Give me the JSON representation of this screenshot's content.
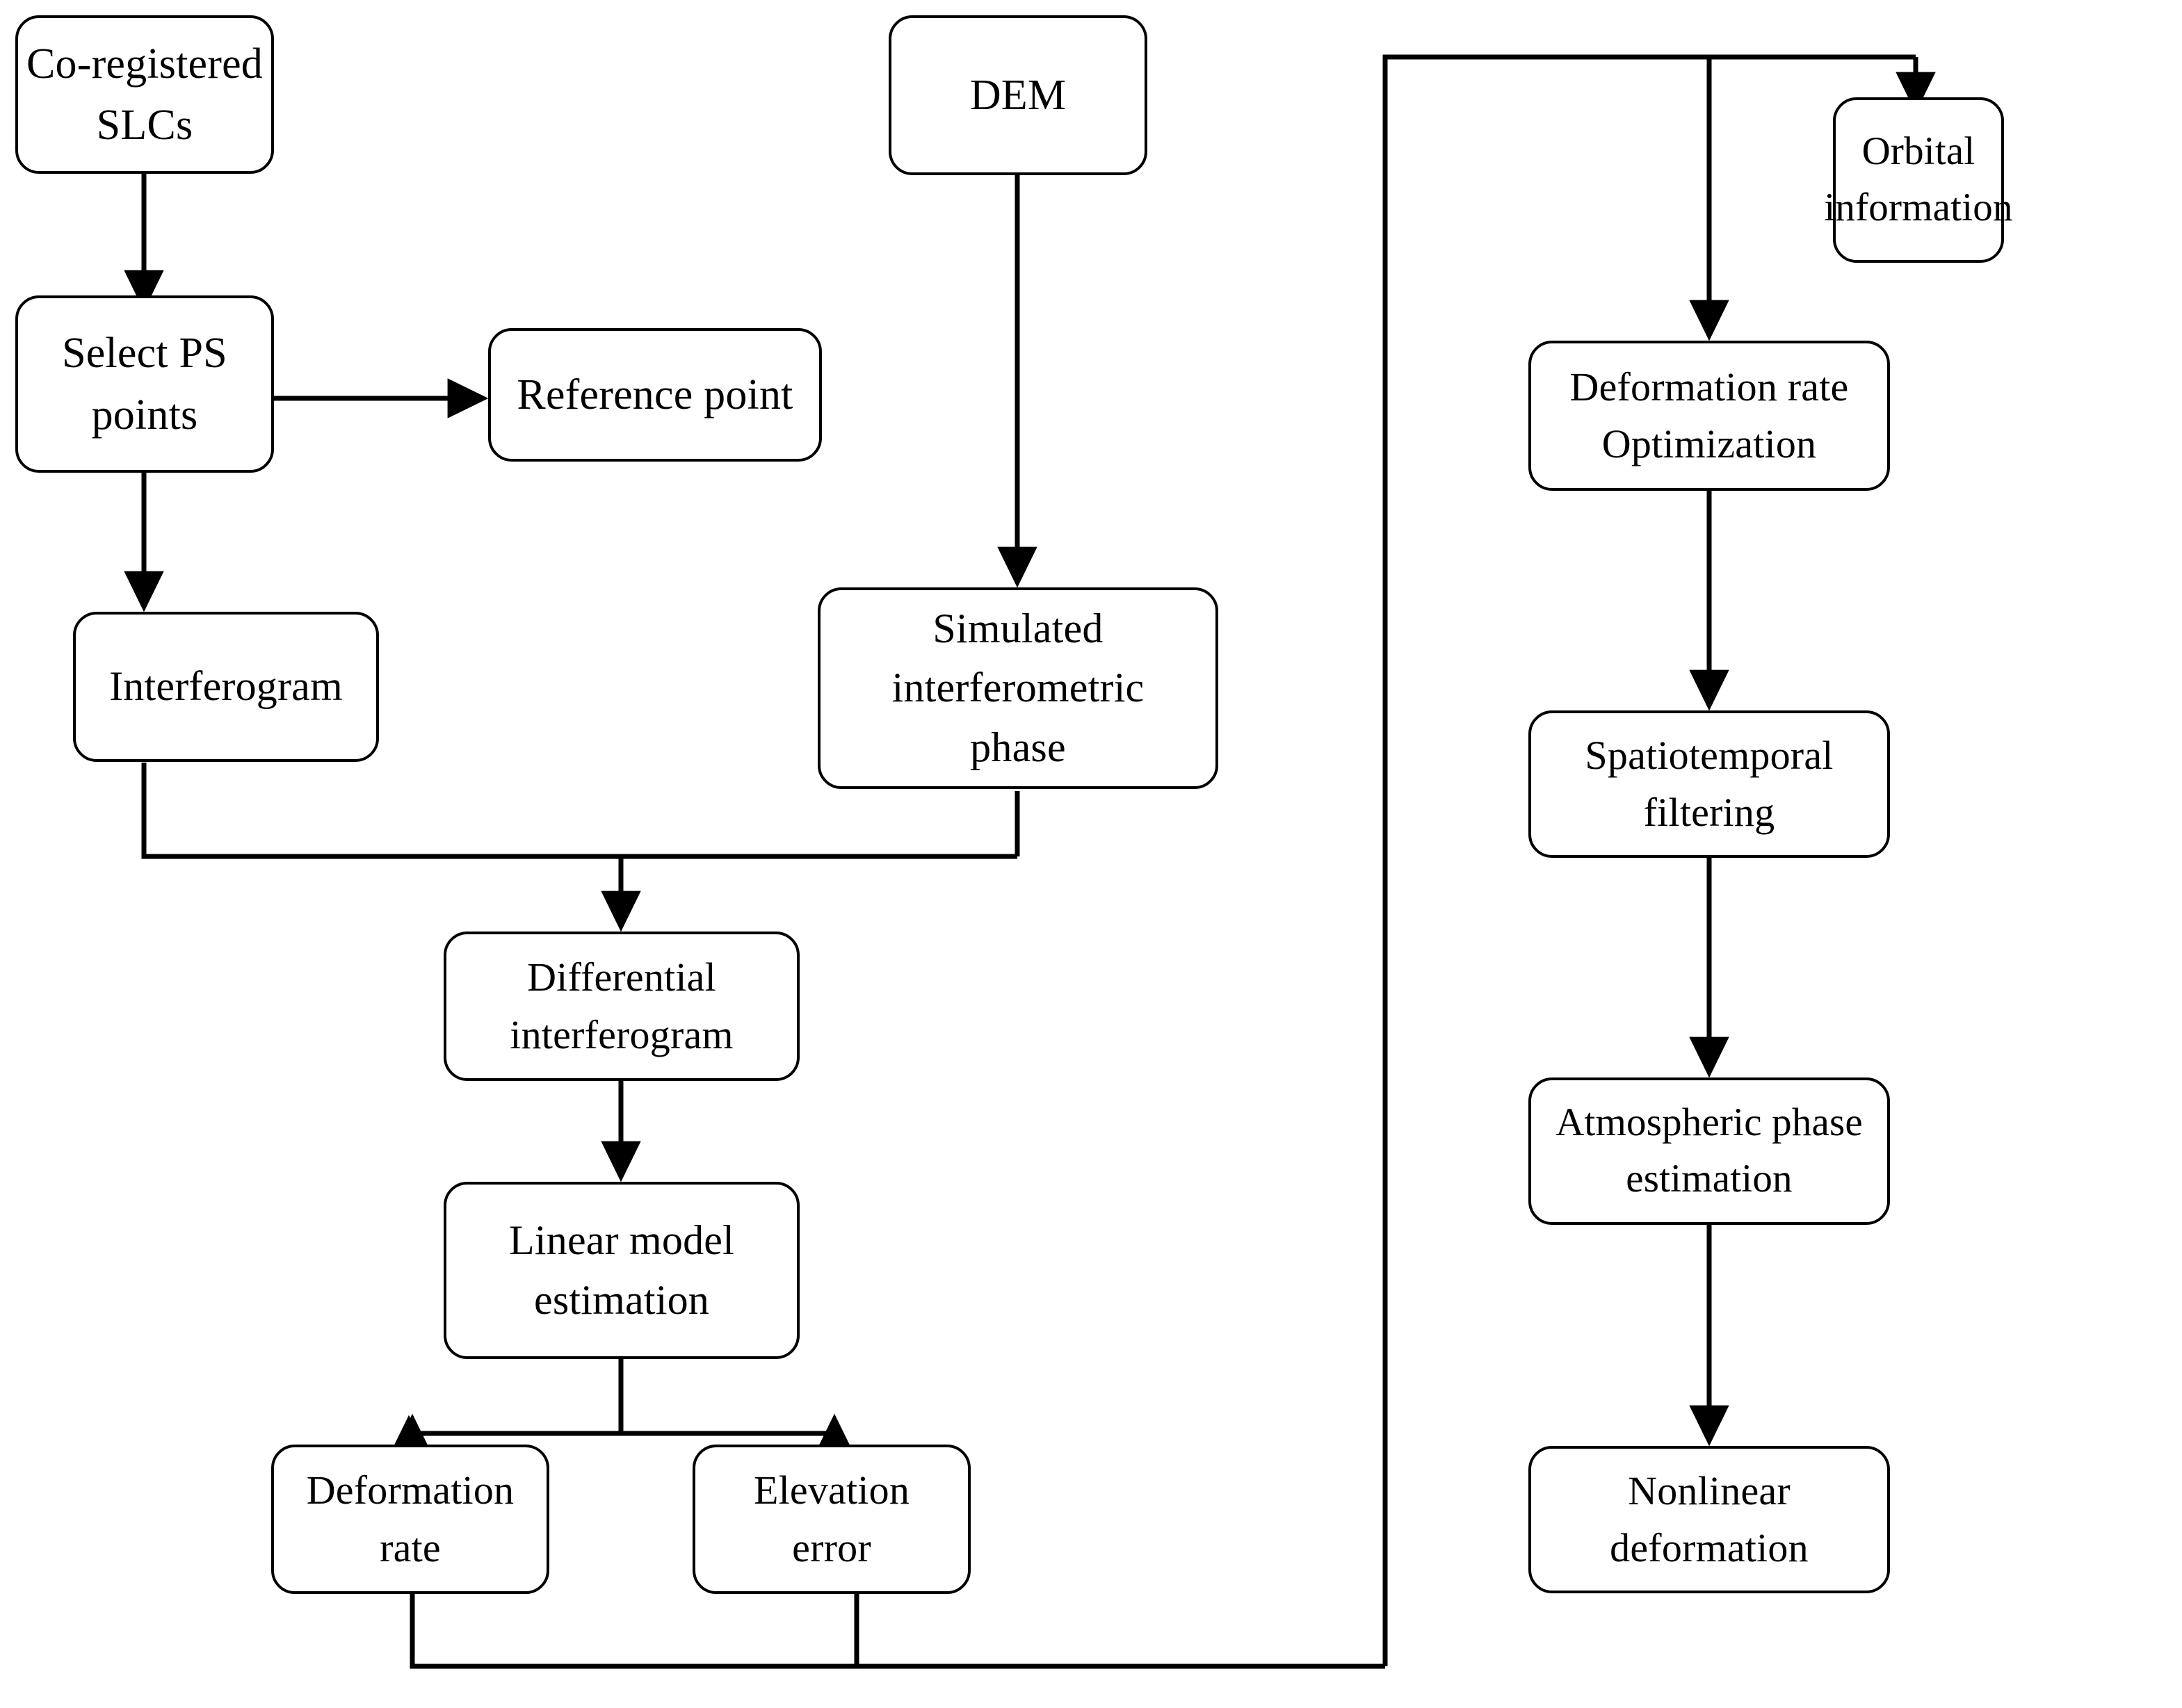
{
  "diagram": {
    "title": "PS-InSAR processing chain flowchart",
    "type": "flowchart",
    "background_color": "#ffffff",
    "line_color": "#000000",
    "text_color": "#000000",
    "nodes": [
      {
        "id": "co-registered-slcs",
        "label": "Co-registered\nSLCs"
      },
      {
        "id": "dem",
        "label": "DEM"
      },
      {
        "id": "orbital-information",
        "label": "Orbital\ninformation"
      },
      {
        "id": "select-ps-points",
        "label": "Select PS points"
      },
      {
        "id": "reference-point",
        "label": "Reference point"
      },
      {
        "id": "deformation-rate-optimization",
        "label": "Deformation rate\nOptimization"
      },
      {
        "id": "interferogram",
        "label": "Interferogram"
      },
      {
        "id": "simulated-interferometric-phase",
        "label": "Simulated\ninterferometric\nphase"
      },
      {
        "id": "spatiotemporal-filtering",
        "label": "Spatiotemporal\nfiltering"
      },
      {
        "id": "differential-interferogram",
        "label": "Differential\ninterferogram"
      },
      {
        "id": "atmospheric-phase-estimation",
        "label": "Atmospheric phase\nestimation"
      },
      {
        "id": "linear-model-estimation",
        "label": "Linear model\nestimation"
      },
      {
        "id": "deformation-rate",
        "label": "Deformation\nrate"
      },
      {
        "id": "elevation-error",
        "label": "Elevation\nerror"
      },
      {
        "id": "nonlinear-deformation",
        "label": "Nonlinear\ndeformation"
      }
    ],
    "edges": [
      {
        "from": "co-registered-slcs",
        "to": "select-ps-points"
      },
      {
        "from": "select-ps-points",
        "to": "reference-point"
      },
      {
        "from": "select-ps-points",
        "to": "interferogram"
      },
      {
        "from": "dem",
        "to": "simulated-interferometric-phase"
      },
      {
        "from": "interferogram",
        "to": "differential-interferogram"
      },
      {
        "from": "simulated-interferometric-phase",
        "to": "differential-interferogram"
      },
      {
        "from": "differential-interferogram",
        "to": "linear-model-estimation"
      },
      {
        "from": "linear-model-estimation",
        "to": "deformation-rate"
      },
      {
        "from": "linear-model-estimation",
        "to": "elevation-error"
      },
      {
        "from": "deformation-rate",
        "to": "deformation-rate-optimization"
      },
      {
        "from": "elevation-error",
        "to": "deformation-rate-optimization"
      },
      {
        "from": "deformation-rate",
        "to": "orbital-information"
      },
      {
        "from": "deformation-rate-optimization",
        "to": "spatiotemporal-filtering"
      },
      {
        "from": "spatiotemporal-filtering",
        "to": "atmospheric-phase-estimation"
      },
      {
        "from": "atmospheric-phase-estimation",
        "to": "nonlinear-deformation"
      }
    ]
  }
}
